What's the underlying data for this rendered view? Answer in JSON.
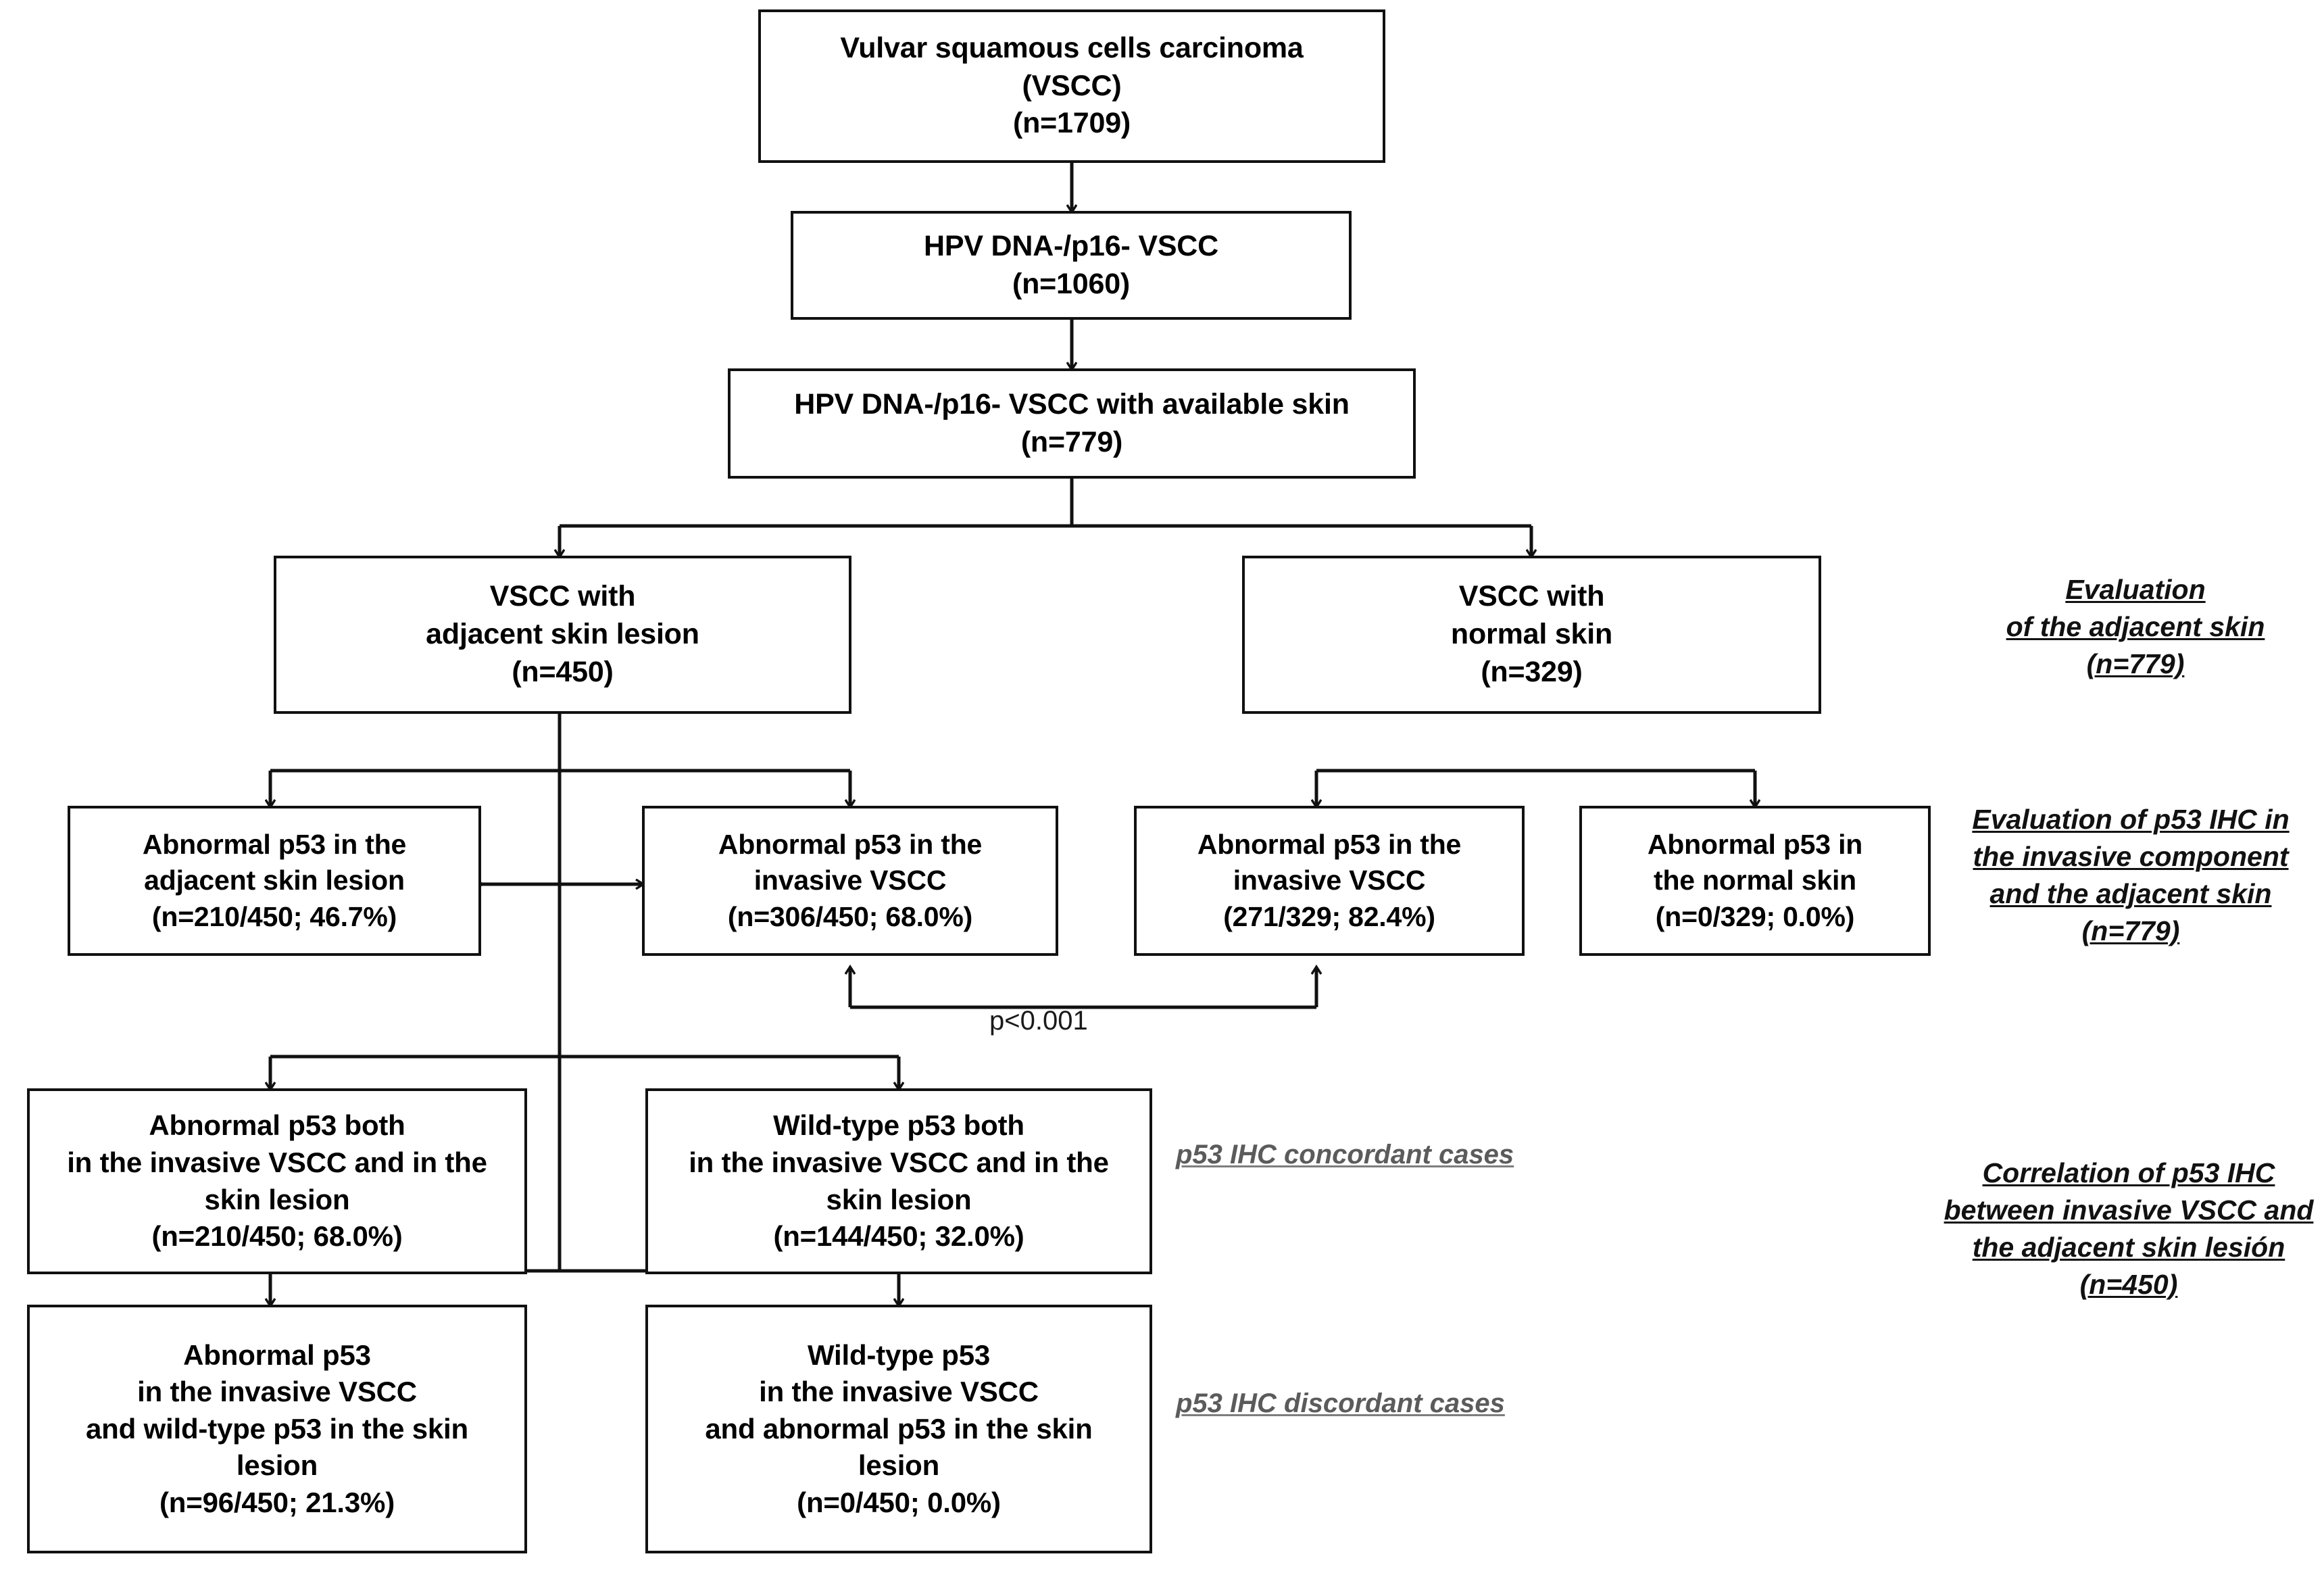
{
  "diagram": {
    "title": "VSCC p53 IHC study flow diagram",
    "stroke_color": "#111111",
    "accent_grey": "#5b5b5b",
    "background": "#ffffff"
  },
  "nodes": {
    "vscc_total": {
      "lines": [
        "Vulvar squamous cells carcinoma",
        "(VSCC)",
        "(n=1709)"
      ]
    },
    "hpv_neg": {
      "lines": [
        "HPV DNA-/p16- VSCC",
        "(n=1060)"
      ]
    },
    "hpv_neg_skin": {
      "lines": [
        "HPV DNA-/p16- VSCC with available skin",
        "(n=779)"
      ]
    },
    "vscc_adjacent_lesion": {
      "lines": [
        "VSCC with",
        "adjacent skin lesion",
        "(n=450)"
      ]
    },
    "vscc_normal_skin": {
      "lines": [
        "VSCC with",
        "normal skin",
        "(n=329)"
      ]
    },
    "abn_p53_adjacent_lesion": {
      "lines": [
        "Abnormal  p53 in the",
        "adjacent skin lesion",
        "(n=210/450; 46.7%)"
      ]
    },
    "abn_p53_invasive_450": {
      "lines": [
        "Abnormal  p53 in the",
        "invasive VSCC",
        "(n=306/450; 68.0%)"
      ]
    },
    "abn_p53_invasive_329": {
      "lines": [
        "Abnormal p53 in the",
        "invasive VSCC",
        "(271/329; 82.4%)"
      ]
    },
    "abn_p53_normal_skin": {
      "lines": [
        "Abnormal  p53 in",
        "the normal skin",
        "(n=0/329; 0.0%)"
      ]
    },
    "concordant_abnormal": {
      "lines": [
        "Abnormal p53 both",
        "in the invasive VSCC and in the",
        "skin lesion",
        "(n=210/450; 68.0%)"
      ]
    },
    "concordant_wildtype": {
      "lines": [
        "Wild-type p53 both",
        "in the invasive VSCC and in the",
        "skin lesion",
        "(n=144/450; 32.0%)"
      ]
    },
    "discordant_abnormal_invasive": {
      "lines": [
        "Abnormal p53",
        "in the invasive VSCC",
        "and wild-type p53 in the skin",
        "lesion",
        "(n=96/450; 21.3%)"
      ]
    },
    "discordant_wildtype_invasive": {
      "lines": [
        "Wild-type p53",
        "in the invasive VSCC",
        "and abnormal p53 in the skin",
        "lesion",
        "(n=0/450; 0.0%)"
      ]
    }
  },
  "annotations": {
    "evaluation_adjacent_skin": {
      "lines": [
        "Evaluation",
        "of the adjacent skin",
        "(n=779)"
      ]
    },
    "evaluation_p53_ihc": {
      "lines": [
        "Evaluation of p53 IHC in",
        "the invasive component",
        "and the adjacent skin",
        "(n=779)"
      ]
    },
    "correlation_p53_ihc": {
      "lines": [
        "Correlation of p53 IHC",
        "between invasive VSCC and",
        "the adjacent skin lesión",
        "(n=450)"
      ]
    },
    "concordant_cases": {
      "lines": [
        "p53 IHC concordant cases"
      ]
    },
    "discordant_cases": {
      "lines": [
        "p53 IHC discordant cases"
      ]
    }
  },
  "labels": {
    "p_value": "p<0.001"
  }
}
